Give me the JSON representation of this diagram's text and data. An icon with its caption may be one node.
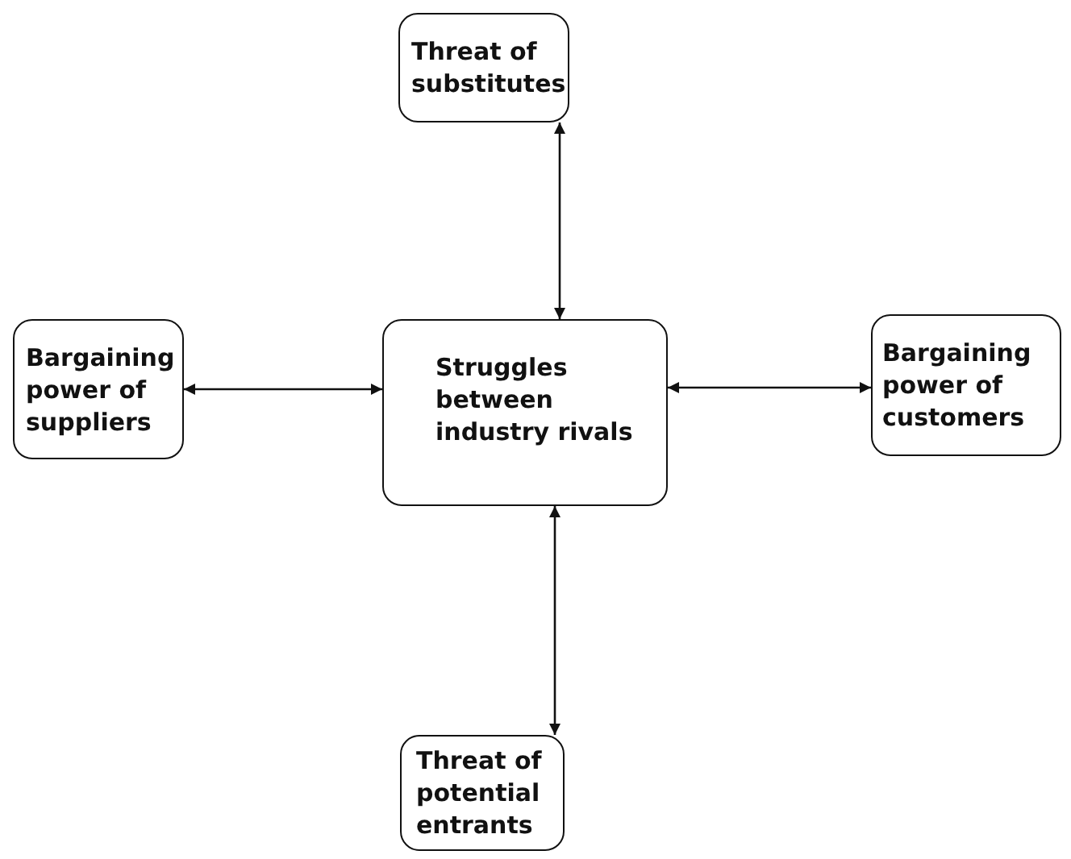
{
  "diagram": {
    "nodes": [
      {
        "text": [
          "Threat of substitutes"
        ]
      },
      {
        "text": [
          "Bargaining power of suppliers"
        ]
      },
      {
        "text": [
          "Struggles between industry rivals"
        ]
      },
      {
        "text": [
          "Bargaining power of customers"
        ]
      },
      {
        "text": [
          "Threat of potential entrants"
        ]
      }
    ],
    "edges": [
      {
        "from": 2,
        "to": 0,
        "arrow": "both"
      },
      {
        "from": 2,
        "to": 1,
        "arrow": "both"
      },
      {
        "from": 2,
        "to": 3,
        "arrow": "both"
      },
      {
        "from": 2,
        "to": 4,
        "arrow": "both"
      }
    ]
  }
}
